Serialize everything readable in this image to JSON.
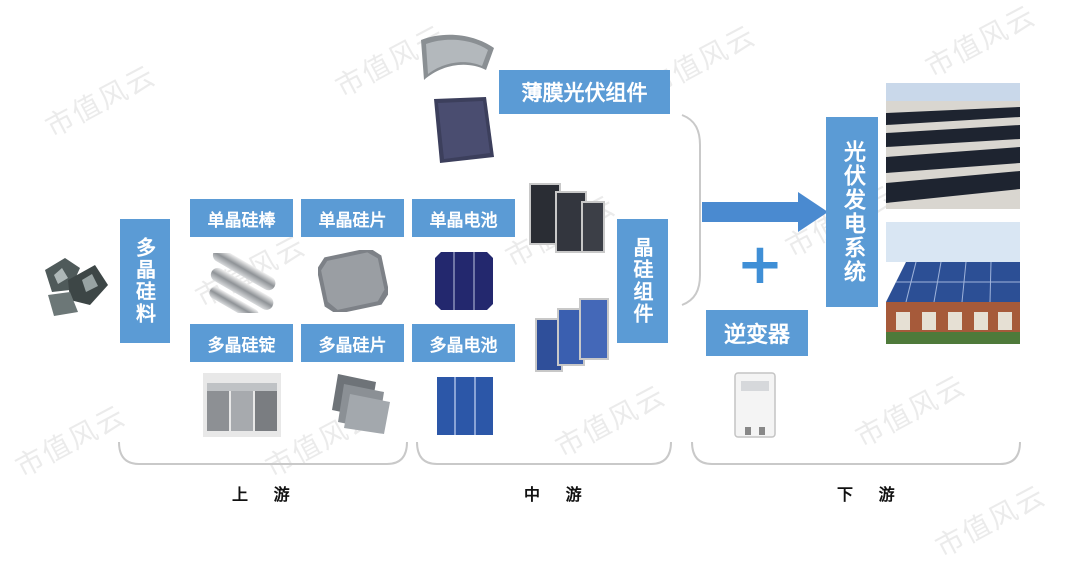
{
  "boxes": {
    "polysilicon": "多晶硅料",
    "mono_rod": "单晶硅棒",
    "mono_wafer": "单晶硅片",
    "mono_cell": "单晶电池",
    "poly_ingot": "多晶硅锭",
    "poly_wafer": "多晶硅片",
    "poly_cell": "多晶电池",
    "thin_film_module": "薄膜光伏组件",
    "crystalline_module": "晶硅组件",
    "inverter": "逆变器",
    "pv_system": "光伏发电系统"
  },
  "stages": {
    "upstream": "上 游",
    "midstream": "中 游",
    "downstream": "下 游"
  },
  "plus_sign": "+",
  "watermark": "市值风云",
  "colors": {
    "box_blue": "#5b9bd5",
    "arrow_blue": "#4a8ad0",
    "brace_gray": "#c9c9c9"
  }
}
